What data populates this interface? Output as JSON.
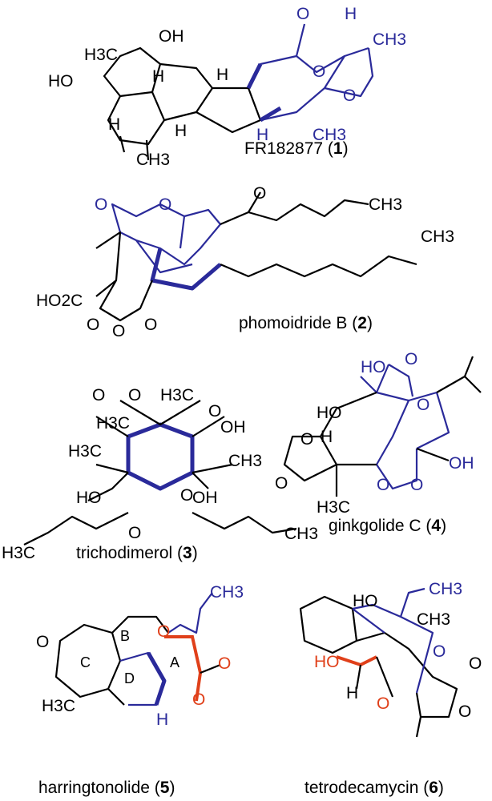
{
  "compounds": [
    {
      "name": "FR182877 (",
      "num": "1",
      "close": ")"
    },
    {
      "name": "phomoidride B (",
      "num": "2",
      "close": ")"
    },
    {
      "name": "trichodimerol (",
      "num": "3",
      "close": ")"
    },
    {
      "name": "ginkgolide C (",
      "num": "4",
      "close": ")"
    },
    {
      "name": "harringtonolide (",
      "num": "5",
      "close": ")"
    },
    {
      "name": "tetrodecamycin (",
      "num": "6",
      "close": ")"
    }
  ],
  "atoms": {
    "h3c": "H3C",
    "ch3": "CH3",
    "oh": "OH",
    "ho": "HO",
    "o": "O",
    "h": "H",
    "ho2c": "HO2C",
    "ring_a": "A",
    "ring_b": "B",
    "ring_c": "C",
    "ring_d": "D"
  },
  "colors": {
    "blue": "#2a2a9a",
    "red": "#e0401a",
    "black": "#000000"
  }
}
